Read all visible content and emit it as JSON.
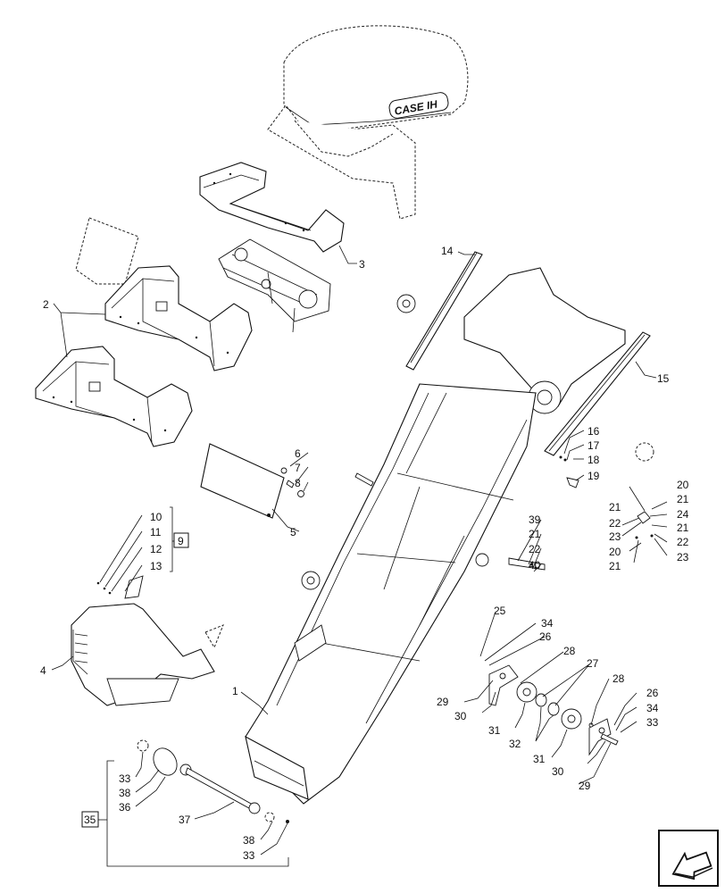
{
  "brand": {
    "logo_text": "CASE IH"
  },
  "callouts": {
    "c1": "1",
    "c2": "2",
    "c3": "3",
    "c4": "4",
    "c5": "5",
    "c6": "6",
    "c7": "7",
    "c8": "8",
    "c10": "10",
    "c11": "11",
    "c12": "12",
    "c13": "13",
    "c9": "9",
    "c14": "14",
    "c15": "15",
    "c16": "16",
    "c17": "17",
    "c18": "18",
    "c19": "19",
    "c20a": "20",
    "c21a": "21",
    "c24": "24",
    "c21b": "21",
    "c22a": "22",
    "c23a": "23",
    "c21c": "21",
    "c22b": "22",
    "c23b": "23",
    "c20b": "20",
    "c21d": "21",
    "c39": "39",
    "c21e": "21",
    "c22c": "22",
    "c40": "40",
    "c25": "25",
    "c34a": "34",
    "c26a": "26",
    "c28a": "28",
    "c27": "27",
    "c29a": "29",
    "c30a": "30",
    "c31a": "31",
    "c32": "32",
    "c31b": "31",
    "c28b": "28",
    "c26b": "26",
    "c34b": "34",
    "c33a": "33",
    "c30b": "30",
    "c29b": "29",
    "c33b": "33",
    "c38a": "38",
    "c36": "36",
    "c35": "35",
    "c37": "37",
    "c38b": "38",
    "c33c": "33"
  },
  "nav": {
    "icon": "arrow-back-icon"
  }
}
